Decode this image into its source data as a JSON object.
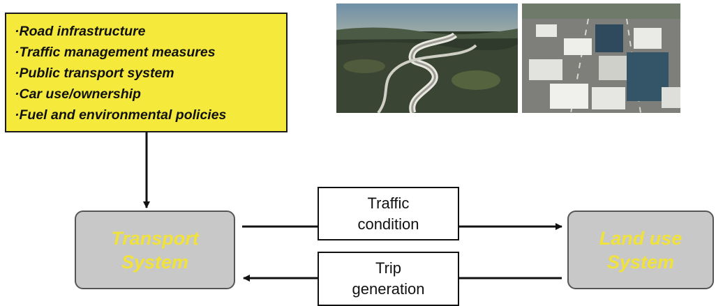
{
  "policy_box": {
    "items": [
      "·Road infrastructure",
      "·Traffic management measures",
      "·Public transport system",
      "·Car use/ownership",
      "·Fuel and environmental policies"
    ],
    "background_color": "#f5ea3c"
  },
  "photos": {
    "road": {
      "icon": "winding-highway-photo"
    },
    "traffic": {
      "icon": "congested-traffic-photo"
    }
  },
  "nodes": {
    "transport": {
      "line1": "Transport",
      "line2": "System"
    },
    "land_use": {
      "line1": "Land use",
      "line2": "System"
    },
    "text_color": "#f0e23a",
    "fill_color": "#c8c8c8"
  },
  "edges": {
    "traffic_condition": {
      "line1": "Traffic",
      "line2": "condition"
    },
    "trip_generation": {
      "line1": "Trip",
      "line2": "generation"
    }
  }
}
